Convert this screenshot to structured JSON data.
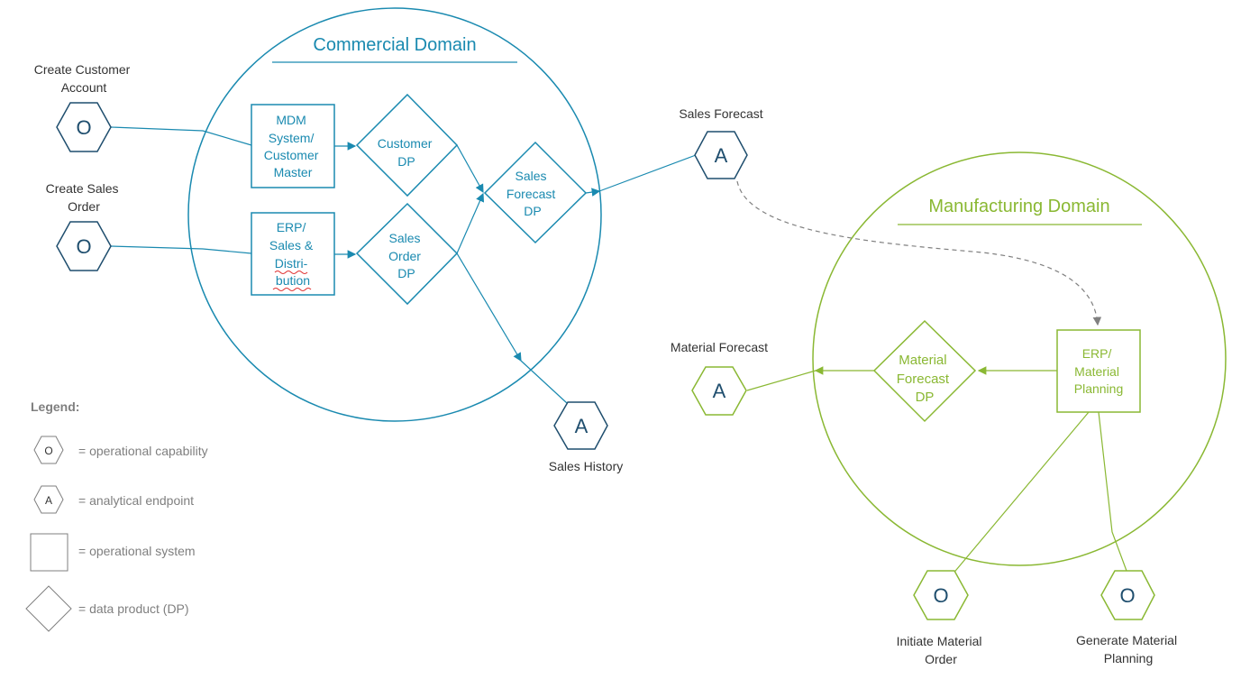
{
  "colors": {
    "commercial": "#1a8ab0",
    "manufacturing": "#8ab833",
    "endpoint": "#1f4e6e",
    "arrow_dashed": "#808080",
    "legend": "#7f7f7f"
  },
  "commercial": {
    "title": "Commercial Domain",
    "mdm": [
      "MDM",
      "System/",
      "Customer",
      "Master"
    ],
    "erp_sd": [
      "ERP/",
      "Sales &",
      "Distri-",
      "bution"
    ],
    "customer_dp": [
      "Customer",
      "DP"
    ],
    "sales_order_dp": [
      "Sales",
      "Order",
      "DP"
    ],
    "sales_forecast_dp": [
      "Sales",
      "Forecast",
      "DP"
    ]
  },
  "manufacturing": {
    "title": "Manufacturing Domain",
    "erp_mp": [
      "ERP/",
      "Material",
      "Planning"
    ],
    "material_forecast_dp": [
      "Material",
      "Forecast",
      "DP"
    ]
  },
  "nodes": {
    "create_customer_account": {
      "label": [
        "Create Customer",
        "Account"
      ],
      "symbol": "O",
      "icon": "hexagon-icon"
    },
    "create_sales_order": {
      "label": [
        "Create Sales",
        "Order"
      ],
      "symbol": "O",
      "icon": "hexagon-icon"
    },
    "sales_forecast": {
      "label": [
        "Sales Forecast"
      ],
      "symbol": "A",
      "icon": "hexagon-icon"
    },
    "sales_history": {
      "label": [
        "Sales History"
      ],
      "symbol": "A",
      "icon": "hexagon-icon"
    },
    "material_forecast": {
      "label": [
        "Material Forecast"
      ],
      "symbol": "A",
      "icon": "hexagon-icon"
    },
    "initiate_material_order": {
      "label": [
        "Initiate Material",
        "Order"
      ],
      "symbol": "O",
      "icon": "hexagon-icon"
    },
    "generate_material_planning": {
      "label": [
        "Generate Material",
        "Planning"
      ],
      "symbol": "O",
      "icon": "hexagon-icon"
    }
  },
  "legend": {
    "title": "Legend:",
    "items": [
      {
        "symbol": "O",
        "text": "= operational capability",
        "icon": "hexagon-icon"
      },
      {
        "symbol": "A",
        "text": "= analytical endpoint",
        "icon": "hexagon-icon"
      },
      {
        "symbol": "",
        "text": "= operational system",
        "icon": "square-icon"
      },
      {
        "symbol": "",
        "text": "= data product (DP)",
        "icon": "diamond-icon"
      }
    ]
  }
}
